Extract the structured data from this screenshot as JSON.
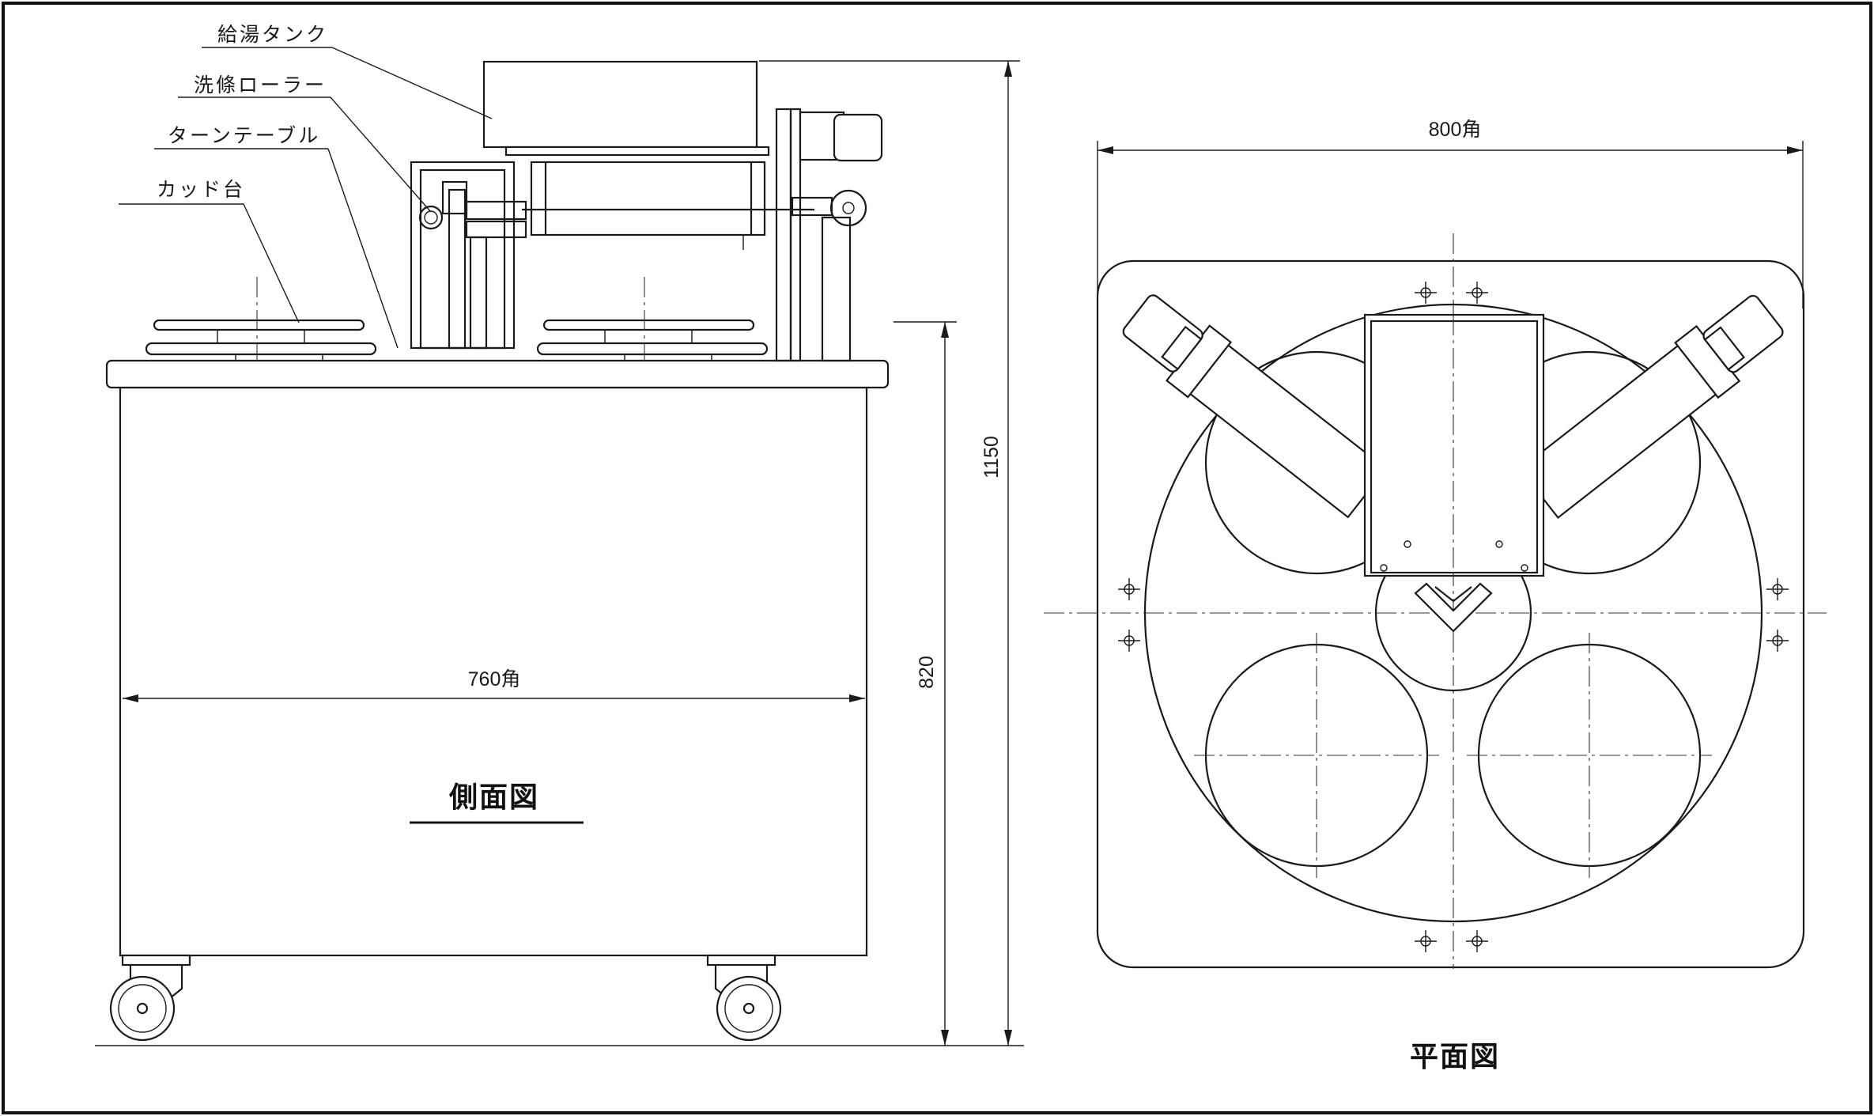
{
  "side_view": {
    "title": "側面図",
    "labels": {
      "hot_water_tank": "給湯タンク",
      "wash_roller": "洗條ローラー",
      "turntable": "ターンテーブル",
      "cut_stand": "カッド台"
    },
    "dimensions": {
      "width": "760角",
      "table_height": "820",
      "total_height": "1150"
    }
  },
  "plan_view": {
    "title": "平面図",
    "dimensions": {
      "width": "800角"
    }
  }
}
